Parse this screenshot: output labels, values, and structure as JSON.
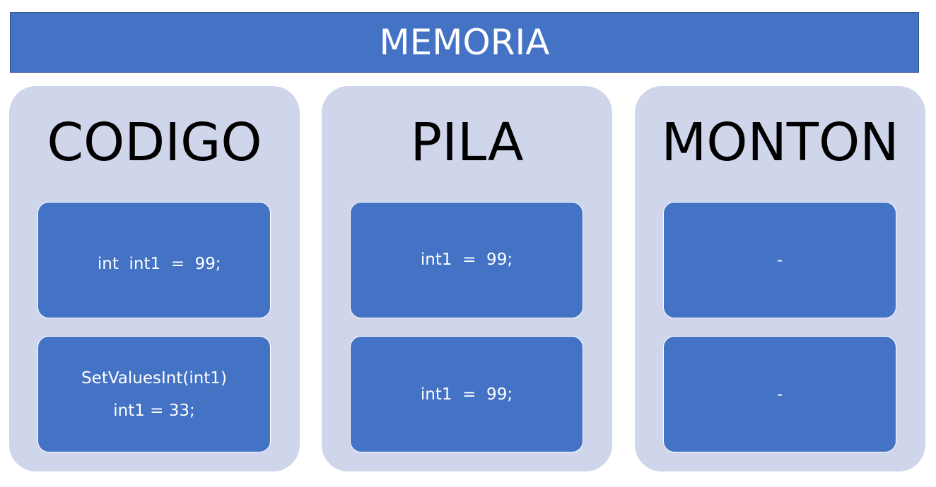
{
  "title": "MEMORIA",
  "colors": {
    "header": "#4472c4",
    "panel": "#cfd5ea",
    "box": "#4472c4",
    "box_text": "#ffffff",
    "panel_title": "#000000"
  },
  "panels": [
    {
      "title": "CODIGO",
      "boxes": [
        {
          "lines": [
            "  int  int1  =  99;"
          ]
        },
        {
          "lines": [
            "SetValuesInt(int1)",
            "int1 = 33;"
          ]
        }
      ]
    },
    {
      "title": "PILA",
      "boxes": [
        {
          "lines": [
            "int1  =  99;"
          ]
        },
        {
          "lines": [
            "int1  =  99;"
          ]
        }
      ]
    },
    {
      "title": "MONTON",
      "boxes": [
        {
          "lines": [
            "-"
          ]
        },
        {
          "lines": [
            "-"
          ]
        }
      ]
    }
  ]
}
